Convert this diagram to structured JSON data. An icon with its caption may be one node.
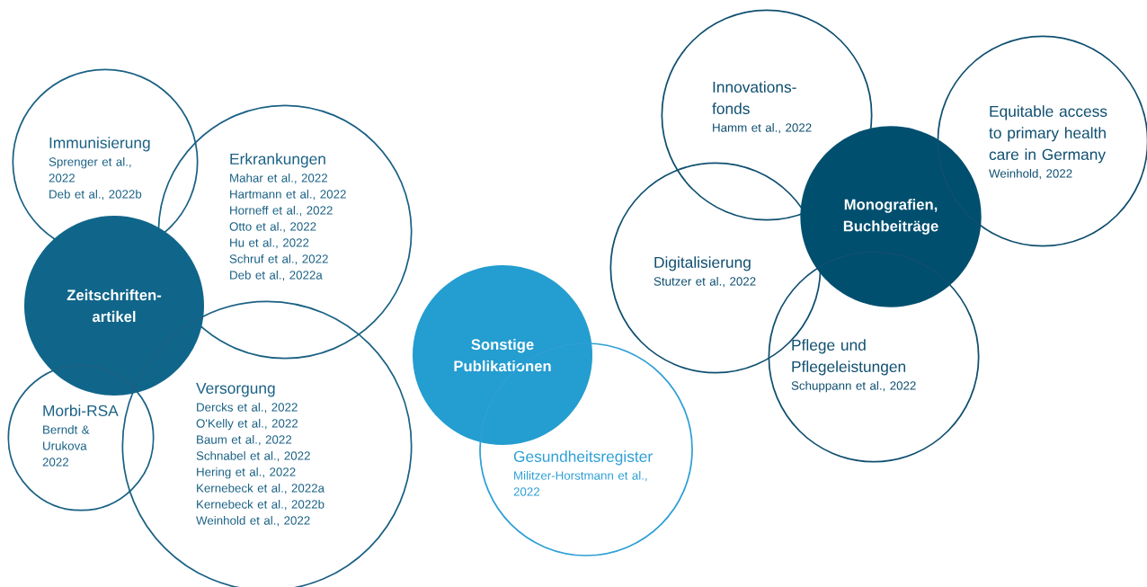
{
  "diagram": {
    "nodes": [
      {
        "text": [
          "Immunisierung",
          "Sprenger et al., 2022",
          "Deb et al., 2022b"
        ]
      },
      {
        "text": [
          "Erkrankungen",
          "Mahar et al., 2022",
          "Hartmann et al., 2022",
          "Horneff et al., 2022",
          "Otto et al., 2022",
          "Hu et al., 2022",
          "Schruf et al., 2022",
          "Deb et al., 2022a"
        ]
      },
      {
        "text": [
          "Zeitschriften-artikel"
        ]
      },
      {
        "text": [
          "Morbi-RSA",
          "Berndt & Urukova 2022"
        ]
      },
      {
        "text": [
          "Versorgung",
          "Dercks et al., 2022",
          "O'Kelly et al., 2022",
          "Baum et al., 2022",
          "Schnabel et al., 2022",
          "Hering et al., 2022",
          "Kernebeck et al., 2022a",
          "Kernebeck et al., 2022b",
          "Weinhold et al., 2022"
        ]
      },
      {
        "text": [
          "Sonstige Publikationen"
        ]
      },
      {
        "text": [
          "Gesundheitsregister",
          "Militzer-Horstmann et al., 2022"
        ]
      },
      {
        "text": [
          "Innovations-fonds",
          "Hamm et al., 2022"
        ]
      },
      {
        "text": [
          "Digitalisierung",
          "Stutzer et al., 2022"
        ]
      },
      {
        "text": [
          "Monografien, Buchbeiträge"
        ]
      },
      {
        "text": [
          "Equitable access to primary health care in Germany",
          "Weinhold, 2022"
        ]
      },
      {
        "text": [
          "Pflege und Pflegeleistungen",
          "Schuppann et al., 2022"
        ]
      }
    ]
  }
}
